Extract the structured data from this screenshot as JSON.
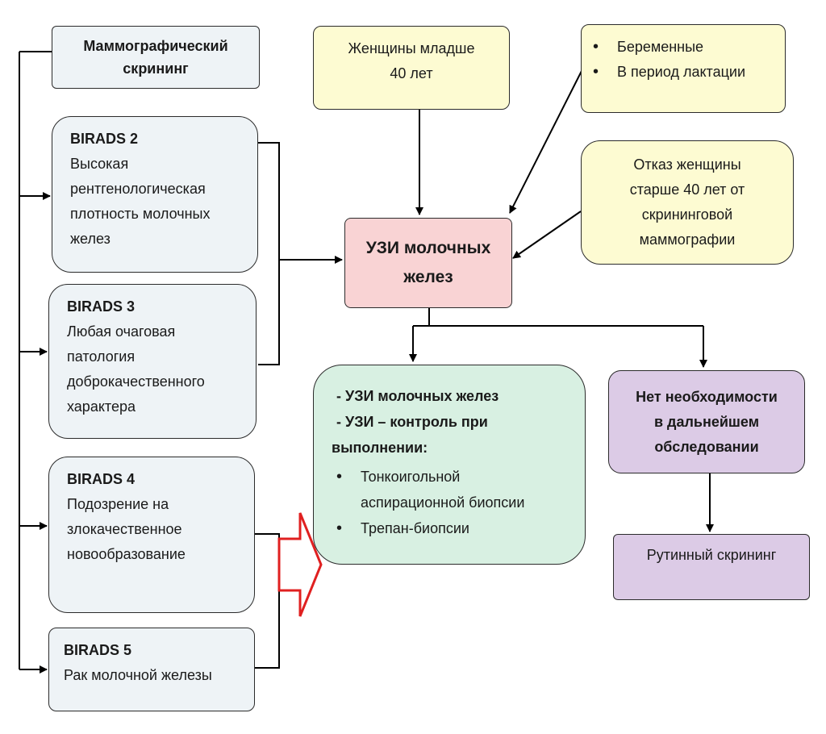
{
  "colors": {
    "blue_fill": "#eef3f6",
    "yellow_fill": "#fdfbd2",
    "pink_fill": "#f9d3d4",
    "green_fill": "#d8f0e2",
    "purple_fill": "#dccbe6",
    "arrow_stroke": "#000000",
    "hollow_arrow_stroke": "#e02020"
  },
  "screening": {
    "line1": "Маммографический",
    "line2": "скрининг"
  },
  "birads2": {
    "title": "BIRADS 2",
    "line1": "Высокая",
    "line2": "рентгенологическая",
    "line3": "плотность молочных",
    "line4": "желез"
  },
  "birads3": {
    "title": "BIRADS 3",
    "line1": "Любая очаговая",
    "line2": "патология",
    "line3": "доброкачественного",
    "line4": "характера"
  },
  "birads4": {
    "title": "BIRADS 4",
    "line1": "Подозрение на",
    "line2": "злокачественное",
    "line3": "новообразование"
  },
  "birads5": {
    "title": "BIRADS 5",
    "line1": "Рак молочной железы"
  },
  "young": {
    "line1": "Женщины младше",
    "line2": "40 лет"
  },
  "pregnant": {
    "items": [
      "Беременные",
      "В период лактации"
    ]
  },
  "refusal": {
    "line1": "Отказ женщины",
    "line2": "старше 40 лет от",
    "line3": "скрининговой",
    "line4": "маммографии"
  },
  "uzi": {
    "line1": "УЗИ молочных",
    "line2": "желез"
  },
  "actions": {
    "line1": "- УЗИ молочных желез",
    "line2": "- УЗИ – контроль при",
    "line3": "выполнении:",
    "items": [
      "Тонкоигольной аспирационной биопсии",
      "Трепан-биопсии"
    ]
  },
  "no_need": {
    "line1": "Нет необходимости",
    "line2": "в дальнейшем",
    "line3": "обследовании"
  },
  "routine": {
    "label": "Рутинный скрининг"
  }
}
